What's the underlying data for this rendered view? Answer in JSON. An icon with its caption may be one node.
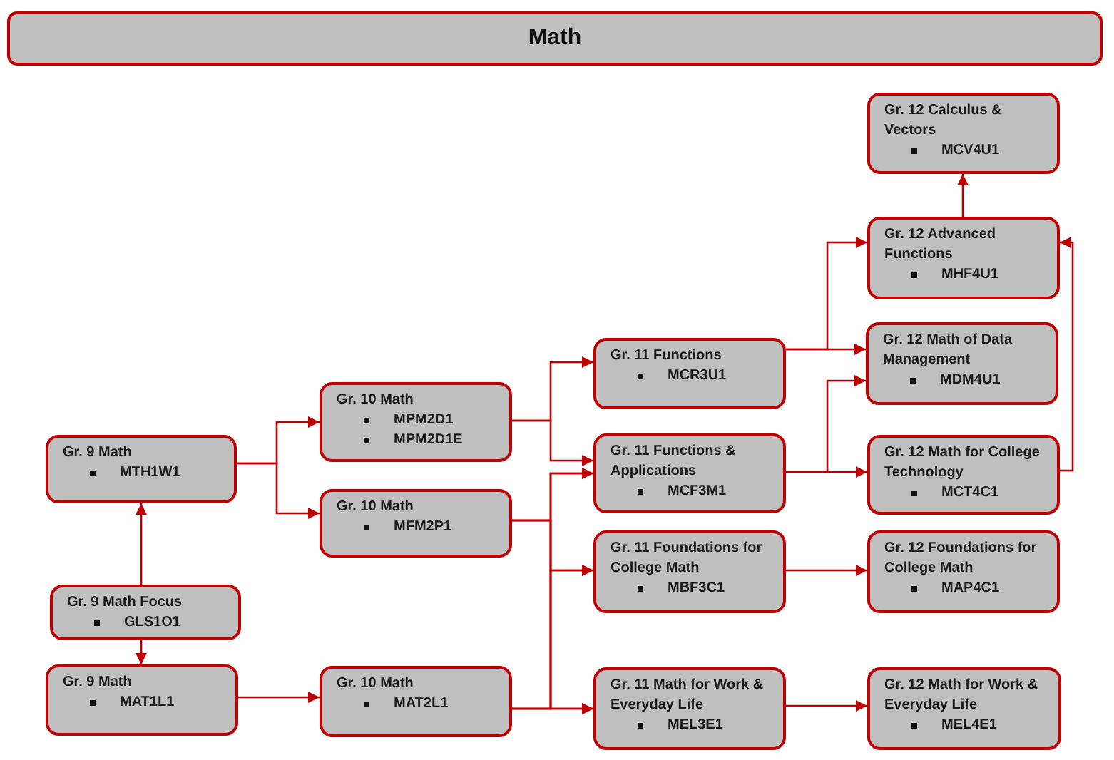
{
  "diagram": {
    "title": "Math",
    "nodes": [
      {
        "text": [
          "Gr. 9 Math",
          "MTH1W1"
        ]
      },
      {
        "text": [
          "Gr. 9 Math Focus",
          "GLS1O1"
        ]
      },
      {
        "text": [
          "Gr. 9 Math",
          "MAT1L1"
        ]
      },
      {
        "text": [
          "Gr. 10 Math",
          "MPM2D1",
          "MPM2D1E"
        ]
      },
      {
        "text": [
          "Gr. 10 Math",
          "MFM2P1"
        ]
      },
      {
        "text": [
          "Gr. 10 Math",
          "MAT2L1"
        ]
      },
      {
        "text": [
          "Gr. 11 Functions",
          "MCR3U1"
        ]
      },
      {
        "text": [
          "Gr. 11 Functions & Applications",
          "MCF3M1"
        ]
      },
      {
        "text": [
          "Gr. 11 Foundations for College Math",
          "MBF3C1"
        ]
      },
      {
        "text": [
          "Gr. 11 Math for Work & Everyday Life",
          "MEL3E1"
        ]
      },
      {
        "text": [
          "Gr. 12 Calculus & Vectors",
          "MCV4U1"
        ]
      },
      {
        "text": [
          "Gr. 12 Advanced Functions",
          "MHF4U1"
        ]
      },
      {
        "text": [
          "Gr. 12 Math of Data Management",
          "MDM4U1"
        ]
      },
      {
        "text": [
          "Gr. 12 Math for College Technology",
          "MCT4C1"
        ]
      },
      {
        "text": [
          "Gr. 12 Foundations for College Math",
          "MAP4C1"
        ]
      },
      {
        "text": [
          "Gr. 12 Math for Work & Everyday Life",
          "MEL4E1"
        ]
      }
    ],
    "edges": [
      {
        "from": 1,
        "to": 0,
        "arrow": "to"
      },
      {
        "from": 1,
        "to": 2,
        "arrow": "to"
      },
      {
        "from": 0,
        "to": 3,
        "arrow": "to"
      },
      {
        "from": 0,
        "to": 4,
        "arrow": "to"
      },
      {
        "from": 2,
        "to": 5,
        "arrow": "to"
      },
      {
        "from": 3,
        "to": 6,
        "arrow": "to"
      },
      {
        "from": 3,
        "to": 7,
        "arrow": "to"
      },
      {
        "from": 4,
        "to": 7,
        "arrow": "to"
      },
      {
        "from": 4,
        "to": 8,
        "arrow": "to"
      },
      {
        "from": 4,
        "to": 9,
        "arrow": "to"
      },
      {
        "from": 5,
        "to": 7,
        "arrow": "to"
      },
      {
        "from": 5,
        "to": 8,
        "arrow": "to"
      },
      {
        "from": 5,
        "to": 9,
        "arrow": "to"
      },
      {
        "from": 6,
        "to": 11,
        "arrow": "to"
      },
      {
        "from": 6,
        "to": 12,
        "arrow": "to"
      },
      {
        "from": 7,
        "to": 12,
        "arrow": "to"
      },
      {
        "from": 7,
        "to": 13,
        "arrow": "to"
      },
      {
        "from": 13,
        "to": 11,
        "arrow": "to"
      },
      {
        "from": 11,
        "to": 10,
        "arrow": "to"
      },
      {
        "from": 8,
        "to": 14,
        "arrow": "to"
      },
      {
        "from": 9,
        "to": 15,
        "arrow": "to"
      }
    ]
  }
}
